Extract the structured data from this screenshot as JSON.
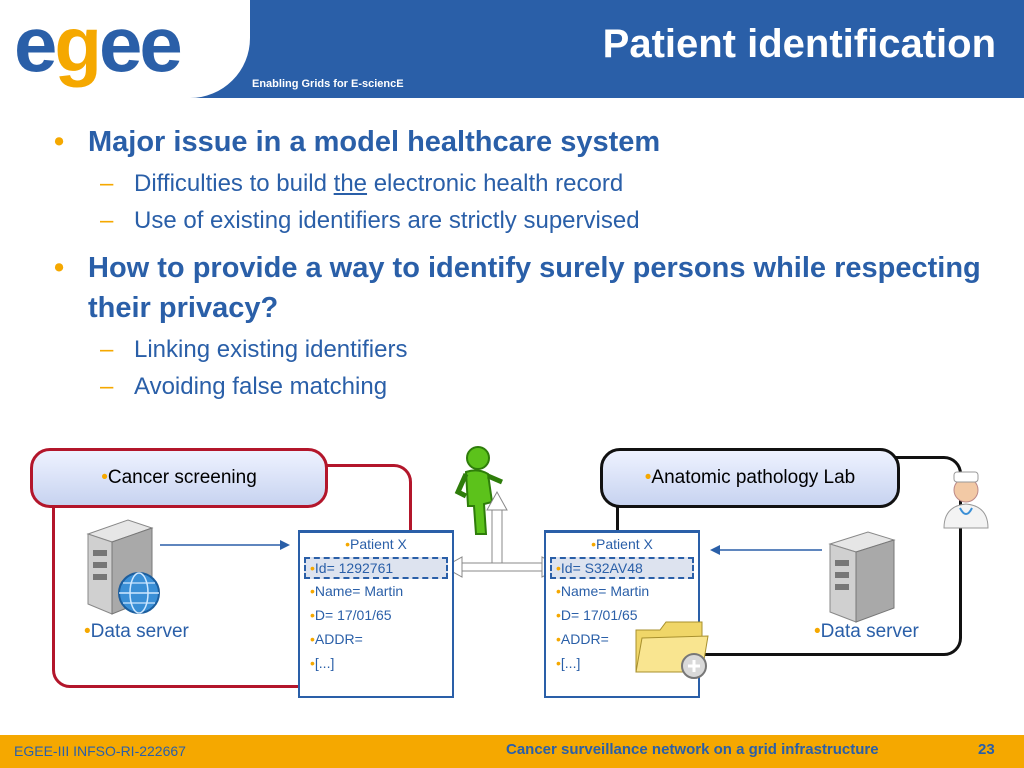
{
  "header": {
    "logo_text_1": "e",
    "logo_text_2": "g",
    "logo_text_3": "ee",
    "tagline": "Enabling Grids for E-sciencE",
    "title": "Patient identification"
  },
  "bullets": [
    {
      "text": "Major issue in a model healthcare system",
      "subs": [
        {
          "pre": "Difficulties to build ",
          "u": "the",
          "post": " electronic health record"
        },
        {
          "text": "Use of existing identifiers are strictly supervised"
        }
      ]
    },
    {
      "text": "How to provide a way to identify surely persons while respecting their privacy?",
      "subs": [
        {
          "text": "Linking existing identifiers"
        },
        {
          "text": "Avoiding false matching"
        }
      ]
    }
  ],
  "bullet_symbol": "•",
  "dash_symbol": "–",
  "diagram": {
    "left_pill": "Cancer screening",
    "right_pill": "Anatomic pathology Lab",
    "left_server_label": "Data server",
    "right_server_label": "Data server",
    "left_record": {
      "header": "Patient X",
      "id": "Id= 1292761",
      "name": "Name= Martin",
      "dob": "D= 17/01/65",
      "addr": "ADDR=",
      "more": "[...]"
    },
    "right_record": {
      "header": "Patient X",
      "id": "Id= S32AV48",
      "name": "Name= Martin",
      "dob": "D= 17/01/65",
      "addr": "ADDR=",
      "more": "[...]"
    },
    "icons": [
      "server-icon",
      "globe-icon",
      "person-icon",
      "doctor-icon",
      "folder-icon"
    ]
  },
  "footer": {
    "left": "EGEE-III INFSO-RI-222667",
    "right": "Cancer surveillance network on a grid infrastructure",
    "page": "23"
  },
  "colors": {
    "brand_blue": "#2a5fa8",
    "accent_orange": "#f5a800",
    "red_border": "#b3162b"
  }
}
